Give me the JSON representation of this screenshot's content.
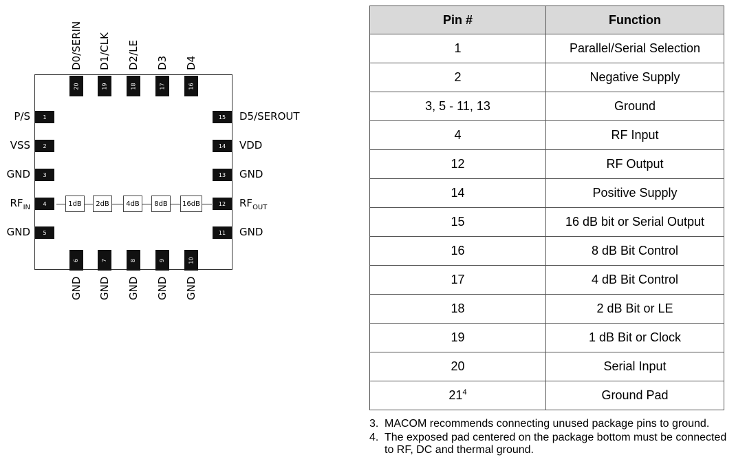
{
  "diagram": {
    "top_pins": [
      {
        "num": "20",
        "label": "D0/SERIN"
      },
      {
        "num": "19",
        "label": "D1/CLK"
      },
      {
        "num": "18",
        "label": "D2/LE"
      },
      {
        "num": "17",
        "label": "D3"
      },
      {
        "num": "16",
        "label": "D4"
      }
    ],
    "left_pins": [
      {
        "num": "1",
        "label": "P/S"
      },
      {
        "num": "2",
        "label": "VSS"
      },
      {
        "num": "3",
        "label": "GND"
      },
      {
        "num": "4",
        "label": "RF",
        "sub": "IN"
      },
      {
        "num": "5",
        "label": "GND"
      }
    ],
    "right_pins": [
      {
        "num": "15",
        "label": "D5/SEROUT"
      },
      {
        "num": "14",
        "label": "VDD"
      },
      {
        "num": "13",
        "label": "GND"
      },
      {
        "num": "12",
        "label": "RF",
        "sub": "OUT"
      },
      {
        "num": "11",
        "label": "GND"
      }
    ],
    "bottom_pins": [
      {
        "num": "6",
        "label": "GND"
      },
      {
        "num": "7",
        "label": "GND"
      },
      {
        "num": "8",
        "label": "GND"
      },
      {
        "num": "9",
        "label": "GND"
      },
      {
        "num": "10",
        "label": "GND"
      }
    ],
    "attenuators": [
      "1dB",
      "2dB",
      "4dB",
      "8dB",
      "16dB"
    ]
  },
  "table": {
    "headers": [
      "Pin #",
      "Function"
    ],
    "rows": [
      {
        "pin": "1",
        "function": "Parallel/Serial Selection"
      },
      {
        "pin": "2",
        "function": "Negative Supply"
      },
      {
        "pin": "3, 5 - 11, 13",
        "function": "Ground"
      },
      {
        "pin": "4",
        "function": "RF Input"
      },
      {
        "pin": "12",
        "function": "RF Output"
      },
      {
        "pin": "14",
        "function": "Positive Supply"
      },
      {
        "pin": "15",
        "function": "16 dB bit or Serial Output"
      },
      {
        "pin": "16",
        "function": "8 dB Bit Control"
      },
      {
        "pin": "17",
        "function": "4 dB Bit Control"
      },
      {
        "pin": "18",
        "function": "2 dB Bit or LE"
      },
      {
        "pin": "19",
        "function": "1 dB Bit or Clock"
      },
      {
        "pin": "20",
        "function": "Serial Input"
      },
      {
        "pin": "21",
        "pin_sup": "4",
        "function": "Ground Pad"
      }
    ]
  },
  "notes": [
    {
      "num": "3.",
      "text": "MACOM recommends connecting unused package pins to ground."
    },
    {
      "num": "4.",
      "text": "The exposed pad centered on the package bottom must be connected to RF, DC and thermal ground."
    }
  ]
}
